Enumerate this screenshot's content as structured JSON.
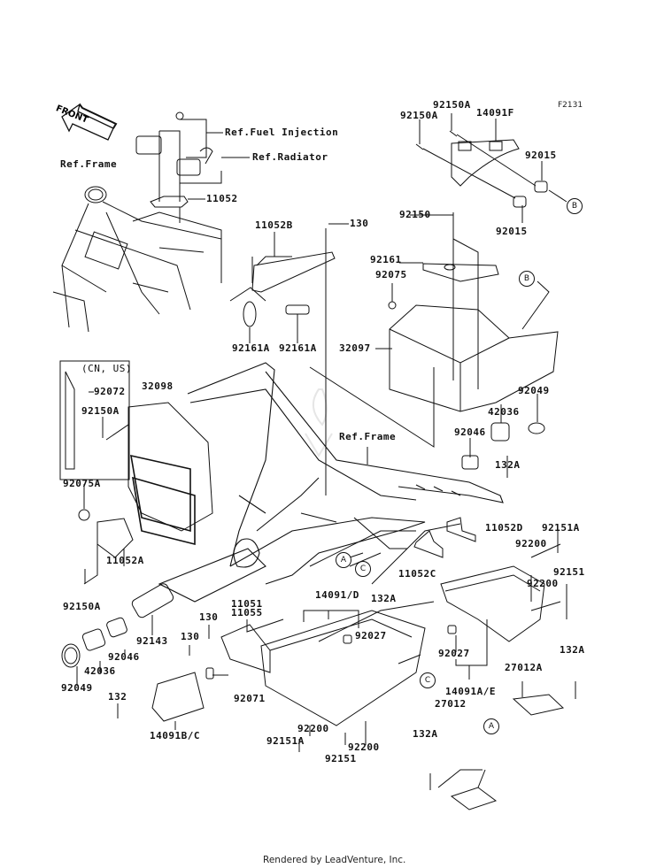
{
  "figure_code": "F2131",
  "front_arrow_label": "FRONT",
  "footer": "Rendered by LeadVenture, Inc.",
  "watermark": "LEADVENTURE",
  "references": {
    "frame_top": "Ref.Frame",
    "fuel_injection": "Ref.Fuel Injection",
    "radiator": "Ref.Radiator",
    "frame_mid": "Ref.Frame"
  },
  "region_note": "(CN, US)",
  "callouts": {
    "b1": "B",
    "b2": "B",
    "a1": "A",
    "a2": "A",
    "c1": "C",
    "c2": "C"
  },
  "parts": [
    {
      "id": "p1",
      "number": "92150A"
    },
    {
      "id": "p2",
      "number": "92150A"
    },
    {
      "id": "p3",
      "number": "14091F"
    },
    {
      "id": "p4",
      "number": "92015"
    },
    {
      "id": "p5",
      "number": "92015"
    },
    {
      "id": "p6",
      "number": "11052"
    },
    {
      "id": "p7",
      "number": "11052B"
    },
    {
      "id": "p8",
      "number": "130"
    },
    {
      "id": "p9",
      "number": "92150"
    },
    {
      "id": "p10",
      "number": "92161"
    },
    {
      "id": "p11",
      "number": "92075"
    },
    {
      "id": "p12",
      "number": "92161A"
    },
    {
      "id": "p13",
      "number": "92161A"
    },
    {
      "id": "p14",
      "number": "32097"
    },
    {
      "id": "p15",
      "number": "92072"
    },
    {
      "id": "p16",
      "number": "32098"
    },
    {
      "id": "p17",
      "number": "92150A"
    },
    {
      "id": "p18",
      "number": "92049"
    },
    {
      "id": "p19",
      "number": "42036"
    },
    {
      "id": "p20",
      "number": "92046"
    },
    {
      "id": "p21",
      "number": "132A"
    },
    {
      "id": "p22",
      "number": "92075A"
    },
    {
      "id": "p23",
      "number": "11052D"
    },
    {
      "id": "p24",
      "number": "92151A"
    },
    {
      "id": "p25",
      "number": "11052A"
    },
    {
      "id": "p26",
      "number": "92200"
    },
    {
      "id": "p27",
      "number": "11052C"
    },
    {
      "id": "p28",
      "number": "92151"
    },
    {
      "id": "p29",
      "number": "92200"
    },
    {
      "id": "p30",
      "number": "92150A"
    },
    {
      "id": "p31",
      "number": "132A"
    },
    {
      "id": "p32",
      "number": "14091/D"
    },
    {
      "id": "p33",
      "number": "11051"
    },
    {
      "id": "p34",
      "number": "11055"
    },
    {
      "id": "p35",
      "number": "130"
    },
    {
      "id": "p36",
      "number": "92143"
    },
    {
      "id": "p37",
      "number": "130"
    },
    {
      "id": "p38",
      "number": "92027"
    },
    {
      "id": "p39",
      "number": "92027"
    },
    {
      "id": "p40",
      "number": "92046"
    },
    {
      "id": "p41",
      "number": "42036"
    },
    {
      "id": "p42",
      "number": "92049"
    },
    {
      "id": "p43",
      "number": "132A"
    },
    {
      "id": "p44",
      "number": "27012A"
    },
    {
      "id": "p45",
      "number": "14091A/E"
    },
    {
      "id": "p46",
      "number": "92071"
    },
    {
      "id": "p47",
      "number": "132"
    },
    {
      "id": "p48",
      "number": "27012"
    },
    {
      "id": "p49",
      "number": "92200"
    },
    {
      "id": "p50",
      "number": "92151A"
    },
    {
      "id": "p51",
      "number": "92200"
    },
    {
      "id": "p52",
      "number": "92151"
    },
    {
      "id": "p53",
      "number": "132A"
    },
    {
      "id": "p54",
      "number": "14091B/C"
    }
  ]
}
